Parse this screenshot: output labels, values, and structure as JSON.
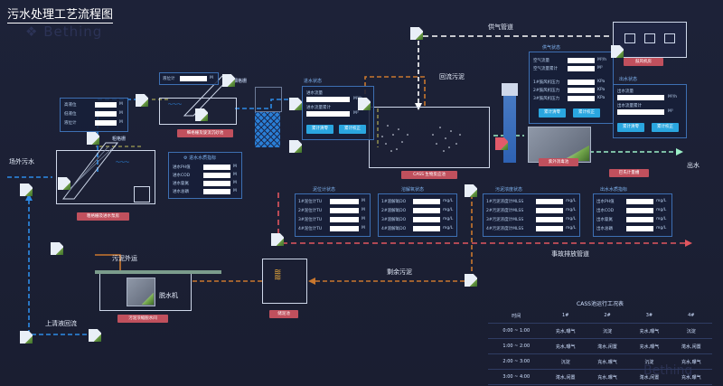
{
  "title": "污水处理工艺流程图",
  "watermark": "Bething",
  "labels": {
    "air_pipe": "供气管道",
    "reflux": "回流污泥",
    "outfall_in": "场外污水",
    "outfall_out": "出水",
    "emergency_pipe": "事故排放管道",
    "sludge_out": "污泥外运",
    "excess_sludge": "剩余污泥",
    "dewater": "脱水机",
    "supernatant": "上清液回流",
    "screen_small": "粗格栅",
    "screen_fine": "细格栅"
  },
  "red_labels": {
    "intake": "粗格栅及进水泵房",
    "grit": "细格栅及旋流沉砂池",
    "cass": "CASS 生物反应池",
    "disinfect": "紫外消毒池",
    "blower": "鼓风机房",
    "bypass": "巴氏计量槽",
    "sludge_tank": "储泥池",
    "dewater_room": "污泥浓缩脱水间"
  },
  "panel_level": {
    "rows": [
      "高液位",
      "低液位",
      "液位计"
    ],
    "unit": "M"
  },
  "panel_grit": {
    "rows": [
      "液位计"
    ],
    "unit": "M"
  },
  "panel_inlet": {
    "title": "进水水质指标",
    "rows": [
      "进水PH值",
      "进水COD",
      "进水氨氮",
      "进水总磷"
    ],
    "unit": "M"
  },
  "panel_inflow": {
    "title": "进水状态",
    "rows": [
      "进水流量",
      "进水流量累计"
    ],
    "units": [
      "M³/h",
      "M³"
    ],
    "buttons": [
      "累计清零",
      "累计校正"
    ]
  },
  "panel_air": {
    "title": "供气状态",
    "rows": [
      "空气流量",
      "空气流量累计",
      "1#鼓风机压力",
      "2#鼓风机压力",
      "3#鼓风机压力"
    ],
    "units": [
      "M³/h",
      "M³",
      "KPa",
      "KPa",
      "KPa"
    ],
    "buttons": [
      "累计清零",
      "累计校正"
    ]
  },
  "panel_outflow": {
    "title": "出水状态",
    "rows": [
      "出水流量",
      "出水流量累计"
    ],
    "units": [
      "M³/h",
      "M³"
    ],
    "buttons": [
      "累计清零",
      "累计校正"
    ]
  },
  "panel_mud": {
    "title": "泥位计状态",
    "rows": [
      "1#泥位计TU",
      "2#泥位计TU",
      "3#泥位计TU",
      "4#泥位计TU"
    ],
    "unit": "M"
  },
  "panel_do": {
    "title": "溶解氧状态",
    "rows": [
      "1#溶解氧DO",
      "2#溶解氧DO",
      "3#溶解氧DO",
      "4#溶解氧DO"
    ],
    "unit": "mg/L"
  },
  "panel_mlss": {
    "title": "污泥浓度状态",
    "rows": [
      "1#污泥浓度计MLSS",
      "2#污泥浓度计MLSS",
      "3#污泥浓度计MLSS",
      "4#污泥浓度计MLSS"
    ],
    "unit": "mg/L"
  },
  "panel_outlet": {
    "title": "出水水质指标",
    "rows": [
      "出水PH值",
      "出水COD",
      "出水氨氮",
      "出水总磷"
    ],
    "unit": "mg/L"
  },
  "cass_table": {
    "title": "CASS池运行工况表",
    "headers": [
      "时间",
      "1#",
      "2#",
      "3#",
      "4#"
    ],
    "rows": [
      [
        "0:00 ~ 1:00",
        "充水,曝气",
        "沉淀",
        "充水,曝气",
        "沉淀"
      ],
      [
        "1:00 ~ 2:00",
        "充水,曝气",
        "滗水,闲置",
        "充水,曝气",
        "滗水,闲置"
      ],
      [
        "2:00 ~ 3:00",
        "沉淀",
        "充水,曝气",
        "沉淀",
        "充水,曝气"
      ],
      [
        "3:00 ~ 4:00",
        "滗水,闲置",
        "充水,曝气",
        "滗水,闲置",
        "充水,曝气"
      ]
    ]
  },
  "colors": {
    "water": "#2d8be6",
    "air": "#ffffff",
    "sludge": "#c9772e",
    "emergency": "#e2565f",
    "effluent": "#9cf0c8"
  }
}
